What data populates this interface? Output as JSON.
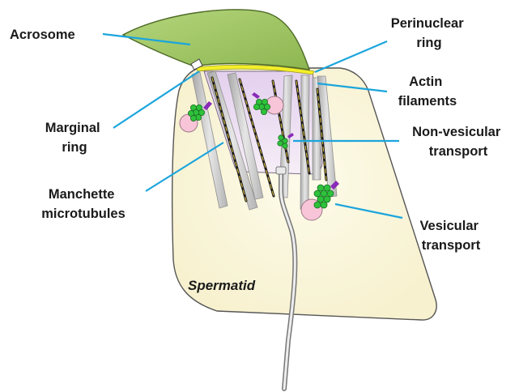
{
  "labels": {
    "acrosome": "Acrosome",
    "perinuclear_ring": [
      "Perinuclear",
      "ring"
    ],
    "actin_filaments": [
      "Actin",
      "filaments"
    ],
    "marginal_ring": [
      "Marginal",
      "ring"
    ],
    "non_vesicular_transport": [
      "Non-vesicular",
      "transport"
    ],
    "manchette_microtubules": [
      "Manchette",
      "microtubules"
    ],
    "vesicular_transport": [
      "Vesicular",
      "transport"
    ],
    "spermatid": "Spermatid"
  },
  "colors": {
    "leader_line": "#1ba5dc",
    "cell_fill": "#fbf7dc",
    "acrosome_fill": "#a3c86a",
    "perinuclear_ring": "#f4ef2a",
    "nucleus_fill": "#ece0f2",
    "vesicle_fill": "#f8c4d8",
    "cargo_green": "#2dc23a",
    "motor_purple": "#8a2ab8",
    "microtubule_gray": "#c9c9c9"
  }
}
